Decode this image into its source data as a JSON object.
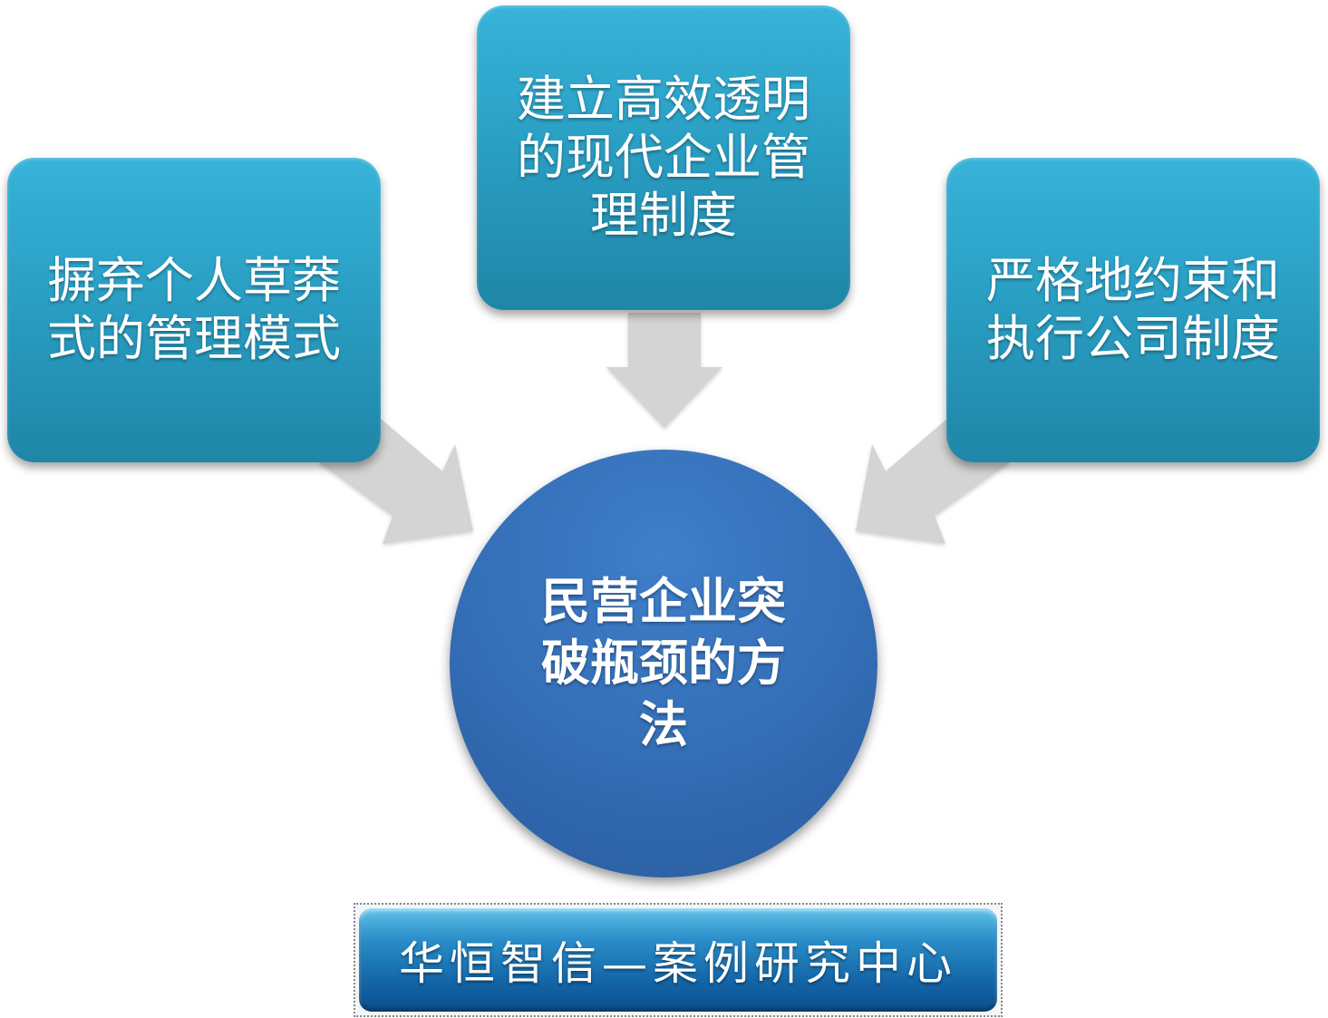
{
  "diagram": {
    "nodes": {
      "left": "摒弃个人草莽式的管理模式",
      "top": "建立高效透明的现代企业管理制度",
      "right": "严格地约束和执行公司制度",
      "center": "民营企业突破瓶颈的方法"
    },
    "edges": [
      {
        "from": "left",
        "to": "center"
      },
      {
        "from": "top",
        "to": "center"
      },
      {
        "from": "right",
        "to": "center"
      }
    ],
    "colors": {
      "box": "#2a9fc4",
      "circle": "#346fb7",
      "arrow": "#d4d4d4",
      "banner": "#1466a8"
    }
  },
  "banner": {
    "text": "华恒智信—案例研究中心"
  }
}
